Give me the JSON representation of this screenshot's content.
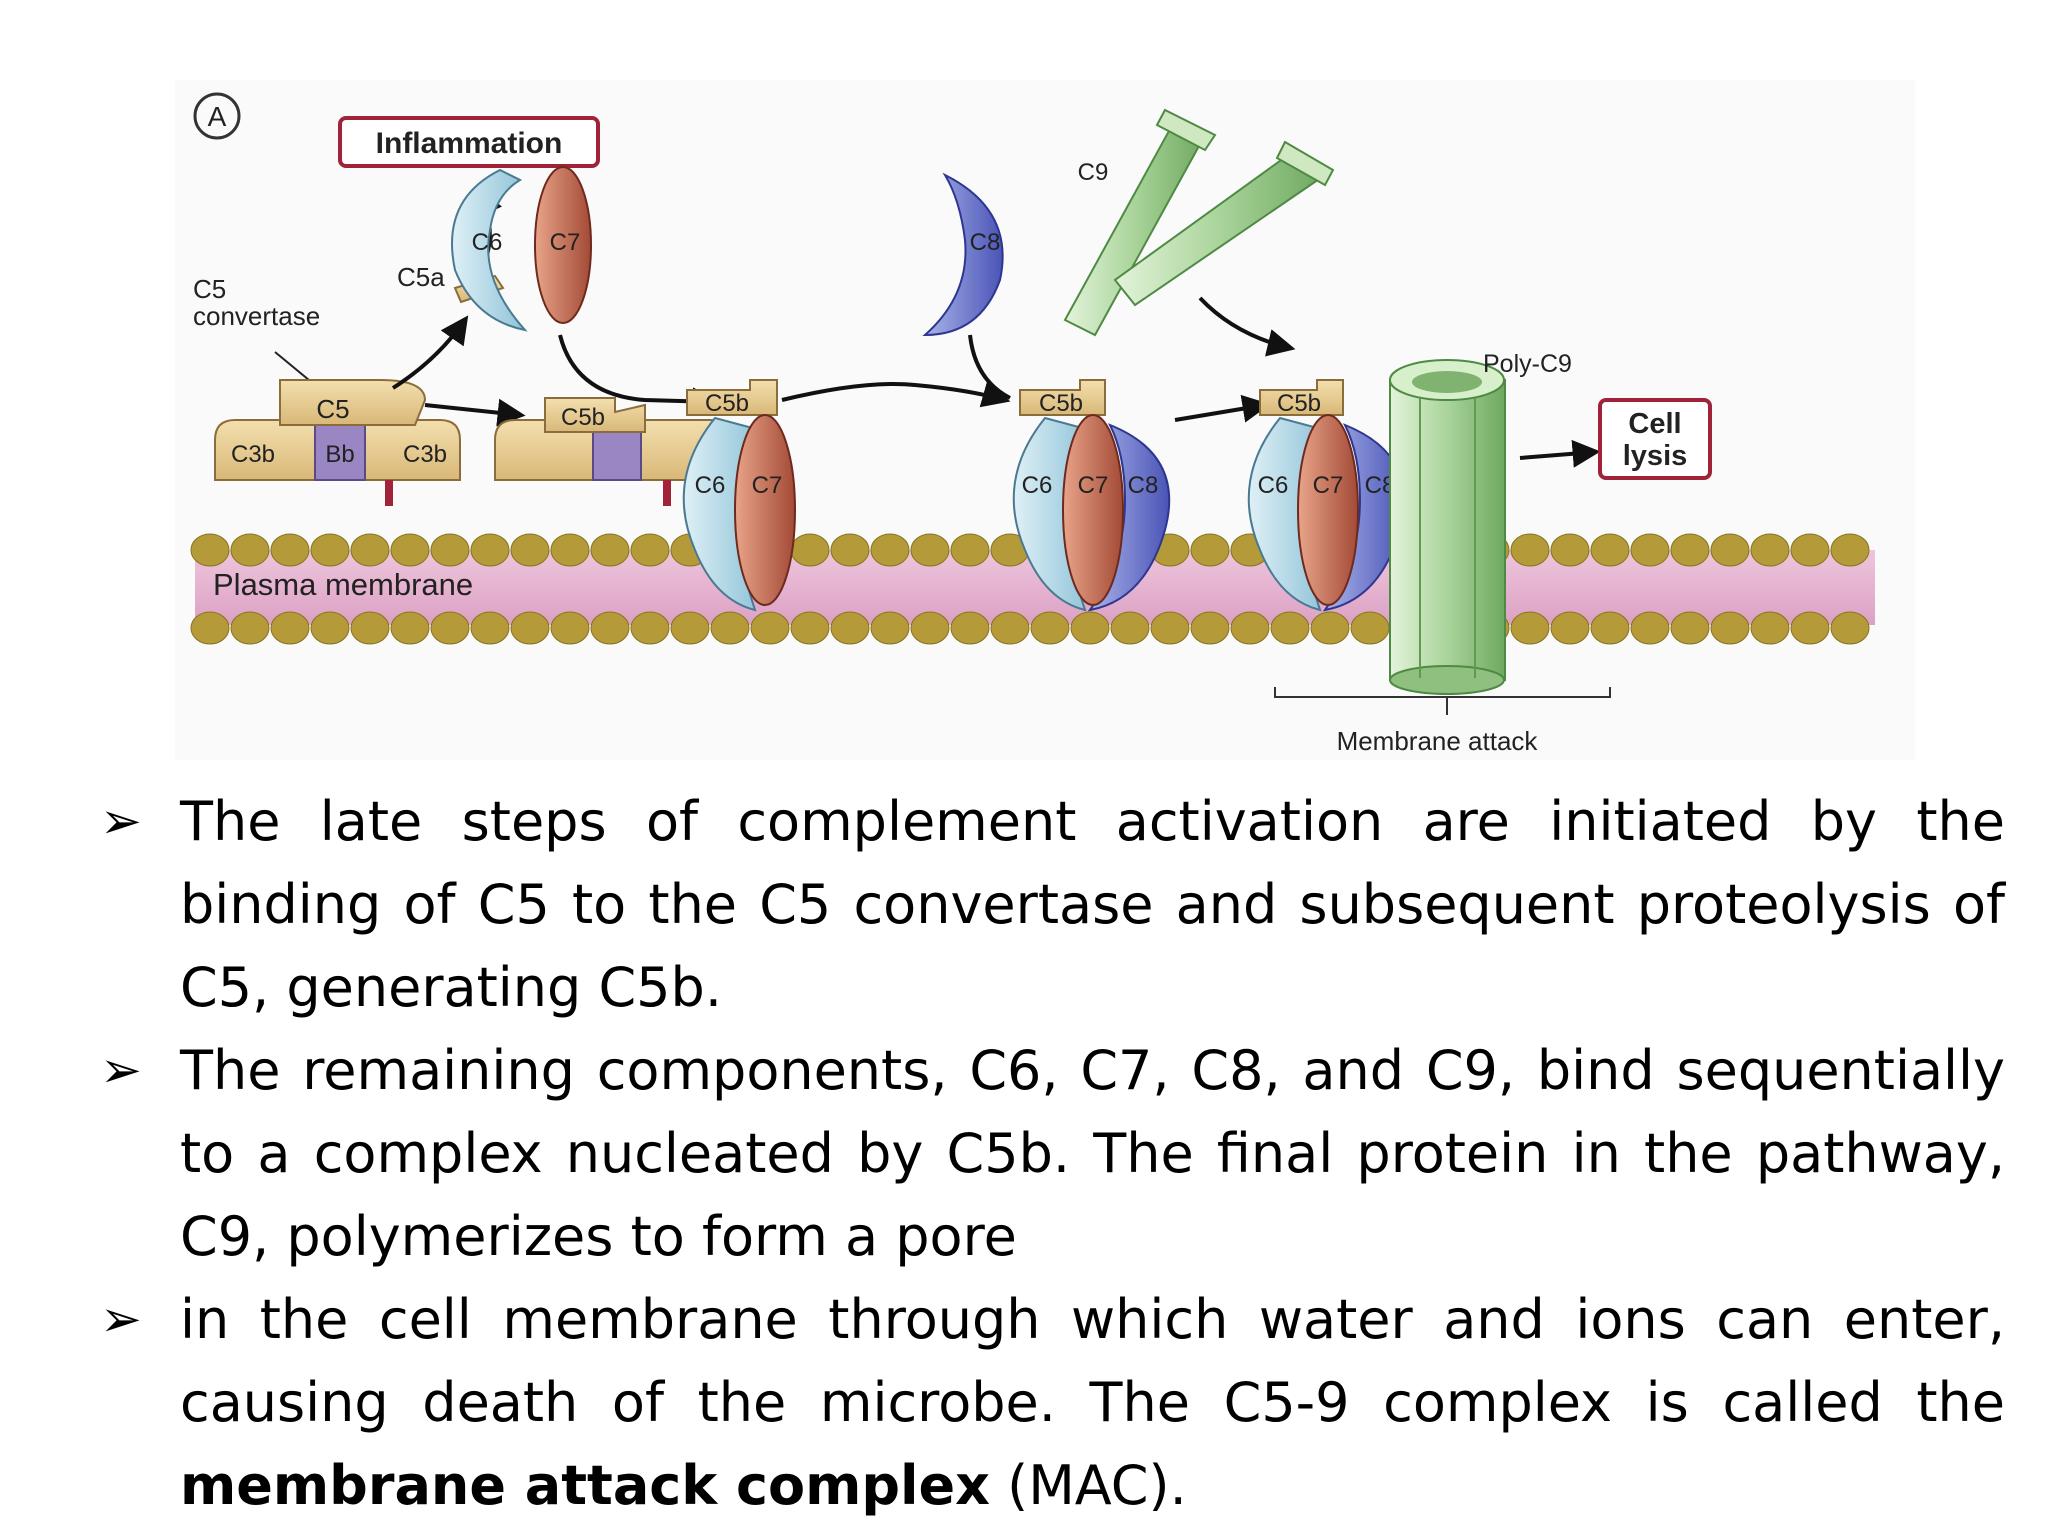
{
  "figure": {
    "panel_letter": "A",
    "inflammation": "Inflammation",
    "c5_convertase": [
      "C5",
      "convertase"
    ],
    "c5": "C5",
    "c5a": "C5a",
    "c3b": "C3b",
    "bb": "Bb",
    "c5b": "C5b",
    "c6": "C6",
    "c7": "C7",
    "c8": "C8",
    "c9": "C9",
    "poly_c9": "Poly-C9",
    "plasma_membrane": "Plasma membrane",
    "cell_lysis": [
      "Cell",
      "lysis"
    ],
    "membrane_attack": "Membrane attack"
  },
  "bullets": [
    {
      "marker": "➢",
      "text": "The late steps of complement activation are initiated by the binding of C5 to the C5 convertase and subsequent proteolysis of C5, generating C5b."
    },
    {
      "marker": "➢",
      "text": "The remaining components, C6, C7, C8, and C9, bind sequentially to a complex nucleated by C5b. The final protein in the pathway, C9, polymerizes to form a pore"
    },
    {
      "marker": "➢",
      "text_pre": "in the cell membrane through which water and ions can enter, causing death of the microbe. The C5-9 complex is called the ",
      "text_bold": "membrane attack complex",
      "text_post": " (MAC)."
    }
  ]
}
